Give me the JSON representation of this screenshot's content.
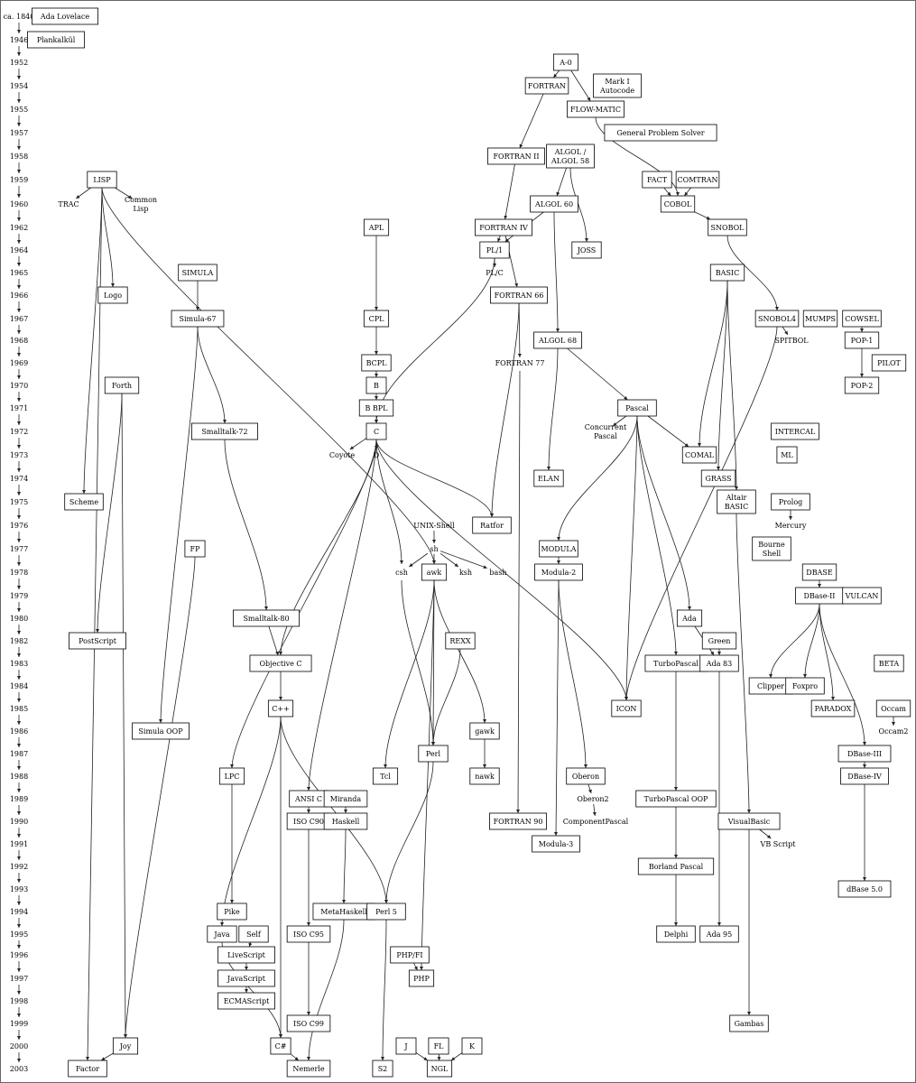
{
  "years": [
    "ca. 1840",
    "1946",
    "1952",
    "1954",
    "1955",
    "1957",
    "1958",
    "1959",
    "1960",
    "1962",
    "1964",
    "1965",
    "1966",
    "1967",
    "1968",
    "1969",
    "1970",
    "1971",
    "1972",
    "1973",
    "1974",
    "1975",
    "1976",
    "1977",
    "1978",
    "1979",
    "1980",
    "1982",
    "1983",
    "1984",
    "1985",
    "1986",
    "1987",
    "1988",
    "1989",
    "1990",
    "1991",
    "1992",
    "1993",
    "1994",
    "1995",
    "1996",
    "1997",
    "1998",
    "1999",
    "2000",
    "2003"
  ],
  "languages": [
    {
      "id": "adalovelace",
      "label": "Ada Lovelace",
      "box": true
    },
    {
      "id": "plankalkul",
      "label": "Plankalkül",
      "box": true
    },
    {
      "id": "a0",
      "label": "A-0",
      "box": true
    },
    {
      "id": "fortran",
      "label": "FORTRAN",
      "box": true
    },
    {
      "id": "marki",
      "label": "Mark I\nAutocode",
      "box": true
    },
    {
      "id": "flowmatic",
      "label": "FLOW-MATIC",
      "box": true
    },
    {
      "id": "gps",
      "label": "General Problem Solver",
      "box": true
    },
    {
      "id": "fortran2",
      "label": "FORTRAN II",
      "box": true
    },
    {
      "id": "algol58",
      "label": "ALGOL /\nALGOL 58",
      "box": true
    },
    {
      "id": "lisp",
      "label": "LISP",
      "box": true
    },
    {
      "id": "fact",
      "label": "FACT",
      "box": true
    },
    {
      "id": "comtran",
      "label": "COMTRAN",
      "box": true
    },
    {
      "id": "trac",
      "label": "TRAC",
      "box": false
    },
    {
      "id": "commonlisp",
      "label": "Common\nLisp",
      "box": false
    },
    {
      "id": "algol60",
      "label": "ALGOL 60",
      "box": true
    },
    {
      "id": "cobol",
      "label": "COBOL",
      "box": true
    },
    {
      "id": "apl",
      "label": "APL",
      "box": true
    },
    {
      "id": "fortran4",
      "label": "FORTRAN IV",
      "box": true
    },
    {
      "id": "snobol",
      "label": "SNOBOL",
      "box": true
    },
    {
      "id": "pl1",
      "label": "PL/1",
      "box": true
    },
    {
      "id": "joss",
      "label": "JOSS",
      "box": true
    },
    {
      "id": "plc",
      "label": "PL/C",
      "box": false
    },
    {
      "id": "simula",
      "label": "SIMULA",
      "box": true
    },
    {
      "id": "basic",
      "label": "BASIC",
      "box": true
    },
    {
      "id": "logo",
      "label": "Logo",
      "box": true
    },
    {
      "id": "fortran66",
      "label": "FORTRAN 66",
      "box": true
    },
    {
      "id": "simula67",
      "label": "Simula-67",
      "box": true
    },
    {
      "id": "cpl",
      "label": "CPL",
      "box": true
    },
    {
      "id": "snobol4",
      "label": "SNOBOL4",
      "box": true
    },
    {
      "id": "mumps",
      "label": "MUMPS",
      "box": true
    },
    {
      "id": "cowsel",
      "label": "COWSEL",
      "box": true
    },
    {
      "id": "algol68",
      "label": "ALGOL 68",
      "box": true
    },
    {
      "id": "spitbol",
      "label": "SPITBOL",
      "box": false
    },
    {
      "id": "pop1",
      "label": "POP-1",
      "box": true
    },
    {
      "id": "bcpl",
      "label": "BCPL",
      "box": true
    },
    {
      "id": "fortran77",
      "label": "FORTRAN 77",
      "box": false
    },
    {
      "id": "pilot",
      "label": "PILOT",
      "box": true
    },
    {
      "id": "forth",
      "label": "Forth",
      "box": true
    },
    {
      "id": "b",
      "label": "B",
      "box": true
    },
    {
      "id": "pop2",
      "label": "POP-2",
      "box": true
    },
    {
      "id": "bbpl",
      "label": "B BPL",
      "box": true
    },
    {
      "id": "pascal",
      "label": "Pascal",
      "box": true
    },
    {
      "id": "smalltalk72",
      "label": "Smalltalk-72",
      "box": true
    },
    {
      "id": "c",
      "label": "C",
      "box": true
    },
    {
      "id": "concpascal",
      "label": "Concurrent\nPascal",
      "box": false
    },
    {
      "id": "intercal",
      "label": "INTERCAL",
      "box": true
    },
    {
      "id": "coyote",
      "label": "Coyote",
      "box": false
    },
    {
      "id": "d",
      "label": "D",
      "box": false
    },
    {
      "id": "comal",
      "label": "COMAL",
      "box": true
    },
    {
      "id": "ml",
      "label": "ML",
      "box": true
    },
    {
      "id": "elan",
      "label": "ELAN",
      "box": true
    },
    {
      "id": "grass",
      "label": "GRASS",
      "box": true
    },
    {
      "id": "scheme",
      "label": "Scheme",
      "box": true
    },
    {
      "id": "altair",
      "label": "Altair\nBASIC",
      "box": true
    },
    {
      "id": "prolog",
      "label": "Prolog",
      "box": true
    },
    {
      "id": "unixshell",
      "label": "UNIX-Shell",
      "box": false
    },
    {
      "id": "ratfor",
      "label": "Ratfor",
      "box": true
    },
    {
      "id": "mercury",
      "label": "Mercury",
      "box": false
    },
    {
      "id": "fp",
      "label": "FP",
      "box": true
    },
    {
      "id": "sh",
      "label": "sh",
      "box": false
    },
    {
      "id": "modula",
      "label": "MODULA",
      "box": true
    },
    {
      "id": "bourne",
      "label": "Bourne\nShell",
      "box": true
    },
    {
      "id": "csh",
      "label": "csh",
      "box": false
    },
    {
      "id": "awk",
      "label": "awk",
      "box": true
    },
    {
      "id": "ksh",
      "label": "ksh",
      "box": false
    },
    {
      "id": "bash",
      "label": "bash",
      "box": false
    },
    {
      "id": "modula2",
      "label": "Modula-2",
      "box": true
    },
    {
      "id": "dbase",
      "label": "DBASE",
      "box": true
    },
    {
      "id": "dbase2",
      "label": "DBase-II",
      "box": true
    },
    {
      "id": "vulcan",
      "label": "VULCAN",
      "box": true
    },
    {
      "id": "smalltalk80",
      "label": "Smalltalk-80",
      "box": true
    },
    {
      "id": "ada",
      "label": "Ada",
      "box": true
    },
    {
      "id": "postscript",
      "label": "PostScript",
      "box": true
    },
    {
      "id": "rexx",
      "label": "REXX",
      "box": true
    },
    {
      "id": "green",
      "label": "Green",
      "box": true
    },
    {
      "id": "objc",
      "label": "Objective C",
      "box": true
    },
    {
      "id": "turbopascal",
      "label": "TurboPascal",
      "box": true
    },
    {
      "id": "ada83",
      "label": "Ada 83",
      "box": true
    },
    {
      "id": "clipper",
      "label": "Clipper",
      "box": true
    },
    {
      "id": "foxpro",
      "label": "Foxpro",
      "box": true
    },
    {
      "id": "beta",
      "label": "BETA",
      "box": true
    },
    {
      "id": "cpp",
      "label": "C++",
      "box": true
    },
    {
      "id": "icon",
      "label": "ICON",
      "box": true
    },
    {
      "id": "paradox",
      "label": "PARADOX",
      "box": true
    },
    {
      "id": "occam",
      "label": "Occam",
      "box": true
    },
    {
      "id": "simulaoop",
      "label": "Simula OOP",
      "box": true
    },
    {
      "id": "gawk",
      "label": "gawk",
      "box": true
    },
    {
      "id": "occam2",
      "label": "Occam2",
      "box": false
    },
    {
      "id": "perl",
      "label": "Perl",
      "box": true
    },
    {
      "id": "dbase3",
      "label": "DBase-III",
      "box": true
    },
    {
      "id": "lpc",
      "label": "LPC",
      "box": true
    },
    {
      "id": "tcl",
      "label": "Tcl",
      "box": true
    },
    {
      "id": "nawk",
      "label": "nawk",
      "box": true
    },
    {
      "id": "oberon",
      "label": "Oberon",
      "box": true
    },
    {
      "id": "dbase4",
      "label": "DBase-IV",
      "box": true
    },
    {
      "id": "ansic",
      "label": "ANSI C",
      "box": true
    },
    {
      "id": "miranda",
      "label": "Miranda",
      "box": true
    },
    {
      "id": "oberon2",
      "label": "Oberon2",
      "box": false
    },
    {
      "id": "turbopascaloop",
      "label": "TurboPascal OOP",
      "box": true
    },
    {
      "id": "isoc90",
      "label": "ISO C90",
      "box": true
    },
    {
      "id": "haskell",
      "label": "Haskell",
      "box": true
    },
    {
      "id": "fortran90",
      "label": "FORTRAN 90",
      "box": true
    },
    {
      "id": "componentpascal",
      "label": "ComponentPascal",
      "box": false
    },
    {
      "id": "visualbasic",
      "label": "VisualBasic",
      "box": true
    },
    {
      "id": "modula3",
      "label": "Modula-3",
      "box": true
    },
    {
      "id": "vbscript",
      "label": "VB Script",
      "box": false
    },
    {
      "id": "borlandpascal",
      "label": "Borland Pascal",
      "box": true
    },
    {
      "id": "dbase5",
      "label": "dBase 5.0",
      "box": true
    },
    {
      "id": "pike",
      "label": "Pike",
      "box": true
    },
    {
      "id": "metahaskell",
      "label": "MetaHaskell",
      "box": true
    },
    {
      "id": "perl5",
      "label": "Perl 5",
      "box": true
    },
    {
      "id": "java",
      "label": "Java",
      "box": true
    },
    {
      "id": "self",
      "label": "Self",
      "box": true
    },
    {
      "id": "isoc95",
      "label": "ISO C95",
      "box": true
    },
    {
      "id": "delphi",
      "label": "Delphi",
      "box": true
    },
    {
      "id": "ada95",
      "label": "Ada 95",
      "box": true
    },
    {
      "id": "livescript",
      "label": "LiveScript",
      "box": true
    },
    {
      "id": "phpfi",
      "label": "PHP/FI",
      "box": true
    },
    {
      "id": "javascript",
      "label": "JavaScript",
      "box": true
    },
    {
      "id": "php",
      "label": "PHP",
      "box": true
    },
    {
      "id": "ecmascript",
      "label": "ECMAScript",
      "box": true
    },
    {
      "id": "isoc99",
      "label": "ISO C99",
      "box": true
    },
    {
      "id": "gambas",
      "label": "Gambas",
      "box": true
    },
    {
      "id": "joy",
      "label": "Joy",
      "box": true
    },
    {
      "id": "csharp",
      "label": "C#",
      "box": true
    },
    {
      "id": "j",
      "label": "J",
      "box": true
    },
    {
      "id": "fl",
      "label": "FL",
      "box": true
    },
    {
      "id": "k",
      "label": "K",
      "box": true
    },
    {
      "id": "factor",
      "label": "Factor",
      "box": true
    },
    {
      "id": "nemerle",
      "label": "Nemerle",
      "box": true
    },
    {
      "id": "s2",
      "label": "S2",
      "box": true
    },
    {
      "id": "ngl",
      "label": "NGL",
      "box": true
    }
  ],
  "edges": [
    [
      "a0",
      "fortran"
    ],
    [
      "a0",
      "flowmatic"
    ],
    [
      "flowmatic",
      "cobol"
    ],
    [
      "fact",
      "cobol"
    ],
    [
      "comtran",
      "cobol"
    ],
    [
      "fortran",
      "fortran2"
    ],
    [
      "fortran2",
      "fortran4"
    ],
    [
      "algol58",
      "algol60"
    ],
    [
      "algol58",
      "joss"
    ],
    [
      "algol60",
      "pl1"
    ],
    [
      "fortran4",
      "pl1"
    ],
    [
      "fortran4",
      "fortran66"
    ],
    [
      "pl1",
      "plc"
    ],
    [
      "pl1",
      "c"
    ],
    [
      "cobol",
      "snobol"
    ],
    [
      "snobol",
      "snobol4"
    ],
    [
      "snobol4",
      "spitbol"
    ],
    [
      "snobol4",
      "icon"
    ],
    [
      "lisp",
      "trac"
    ],
    [
      "lisp",
      "commonlisp"
    ],
    [
      "lisp",
      "logo"
    ],
    [
      "lisp",
      "scheme"
    ],
    [
      "lisp",
      "factor"
    ],
    [
      "lisp",
      "awk"
    ],
    [
      "apl",
      "cpl"
    ],
    [
      "cpl",
      "bcpl"
    ],
    [
      "bcpl",
      "b"
    ],
    [
      "b",
      "bbpl"
    ],
    [
      "bbpl",
      "c"
    ],
    [
      "c",
      "coyote"
    ],
    [
      "c",
      "d"
    ],
    [
      "c",
      "objc"
    ],
    [
      "c",
      "lpc"
    ],
    [
      "c",
      "ansic"
    ],
    [
      "c",
      "csh"
    ],
    [
      "c",
      "ratfor"
    ],
    [
      "c",
      "icon"
    ],
    [
      "fortran66",
      "ratfor"
    ],
    [
      "fortran66",
      "fortran77"
    ],
    [
      "fortran77",
      "fortran90"
    ],
    [
      "algol60",
      "algol68"
    ],
    [
      "algol68",
      "pascal"
    ],
    [
      "algol68",
      "elan"
    ],
    [
      "simula",
      "simula67"
    ],
    [
      "simula67",
      "smalltalk72"
    ],
    [
      "simula67",
      "simulaoop"
    ],
    [
      "smalltalk72",
      "smalltalk80"
    ],
    [
      "smalltalk80",
      "objc"
    ],
    [
      "objc",
      "cpp"
    ],
    [
      "pascal",
      "concpascal"
    ],
    [
      "pascal",
      "comal"
    ],
    [
      "pascal",
      "modula"
    ],
    [
      "pascal",
      "turbopascal"
    ],
    [
      "pascal",
      "ada"
    ],
    [
      "pascal",
      "icon"
    ],
    [
      "basic",
      "comal"
    ],
    [
      "basic",
      "grass"
    ],
    [
      "basic",
      "altair"
    ],
    [
      "altair",
      "visualbasic"
    ],
    [
      "visualbasic",
      "vbscript"
    ],
    [
      "visualbasic",
      "gambas"
    ],
    [
      "modula",
      "modula2"
    ],
    [
      "modula2",
      "modula3"
    ],
    [
      "modula2",
      "oberon"
    ],
    [
      "oberon",
      "oberon2"
    ],
    [
      "oberon2",
      "componentpascal"
    ],
    [
      "ada",
      "ada83"
    ],
    [
      "green",
      "ada83"
    ],
    [
      "ada83",
      "ada95"
    ],
    [
      "turbopascal",
      "turbopascaloop"
    ],
    [
      "turbopascaloop",
      "borlandpascal"
    ],
    [
      "borlandpascal",
      "delphi"
    ],
    [
      "pop1",
      "pop2"
    ],
    [
      "prolog",
      "mercury"
    ],
    [
      "occam",
      "occam2"
    ],
    [
      "unixshell",
      "sh"
    ],
    [
      "sh",
      "csh"
    ],
    [
      "sh",
      "awk"
    ],
    [
      "sh",
      "ksh"
    ],
    [
      "sh",
      "bash"
    ],
    [
      "awk",
      "tcl"
    ],
    [
      "awk",
      "perl"
    ],
    [
      "awk",
      "gawk"
    ],
    [
      "awk",
      "php"
    ],
    [
      "gawk",
      "nawk"
    ],
    [
      "rexx",
      "perl"
    ],
    [
      "csh",
      "perl"
    ],
    [
      "perl",
      "perl5"
    ],
    [
      "perl5",
      "s2"
    ],
    [
      "cpp",
      "java"
    ],
    [
      "cpp",
      "csharp"
    ],
    [
      "cpp",
      "perl5"
    ],
    [
      "lpc",
      "pike"
    ],
    [
      "ansic",
      "isoc90"
    ],
    [
      "isoc90",
      "isoc95"
    ],
    [
      "isoc95",
      "isoc99"
    ],
    [
      "miranda",
      "haskell"
    ],
    [
      "haskell",
      "metahaskell"
    ],
    [
      "metahaskell",
      "nemerle"
    ],
    [
      "self",
      "livescript"
    ],
    [
      "livescript",
      "javascript"
    ],
    [
      "javascript",
      "ecmascript"
    ],
    [
      "phpfi",
      "php"
    ],
    [
      "java",
      "csharp"
    ],
    [
      "csharp",
      "nemerle"
    ],
    [
      "forth",
      "postscript"
    ],
    [
      "forth",
      "joy"
    ],
    [
      "fp",
      "joy"
    ],
    [
      "joy",
      "factor"
    ],
    [
      "dbase",
      "dbase2"
    ],
    [
      "dbase2",
      "clipper"
    ],
    [
      "dbase2",
      "foxpro"
    ],
    [
      "dbase2",
      "paradox"
    ],
    [
      "dbase2",
      "dbase3"
    ],
    [
      "dbase3",
      "dbase4"
    ],
    [
      "dbase4",
      "dbase5"
    ],
    [
      "j",
      "ngl"
    ],
    [
      "fl",
      "ngl"
    ],
    [
      "k",
      "ngl"
    ],
    [
      "cowsel",
      "pop1"
    ]
  ]
}
